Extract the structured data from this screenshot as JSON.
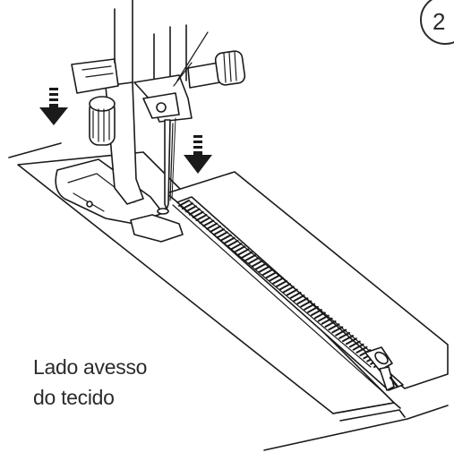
{
  "step": {
    "number": "2"
  },
  "labels": {
    "line1": "Lado avesso",
    "line2": "do tecido"
  },
  "icons": {
    "left_arrow": "arrow-down-icon",
    "right_arrow": "arrow-down-icon"
  },
  "colors": {
    "ink": "#1a1a1a",
    "label_text": "#2b2b2b",
    "background": "#ffffff"
  }
}
